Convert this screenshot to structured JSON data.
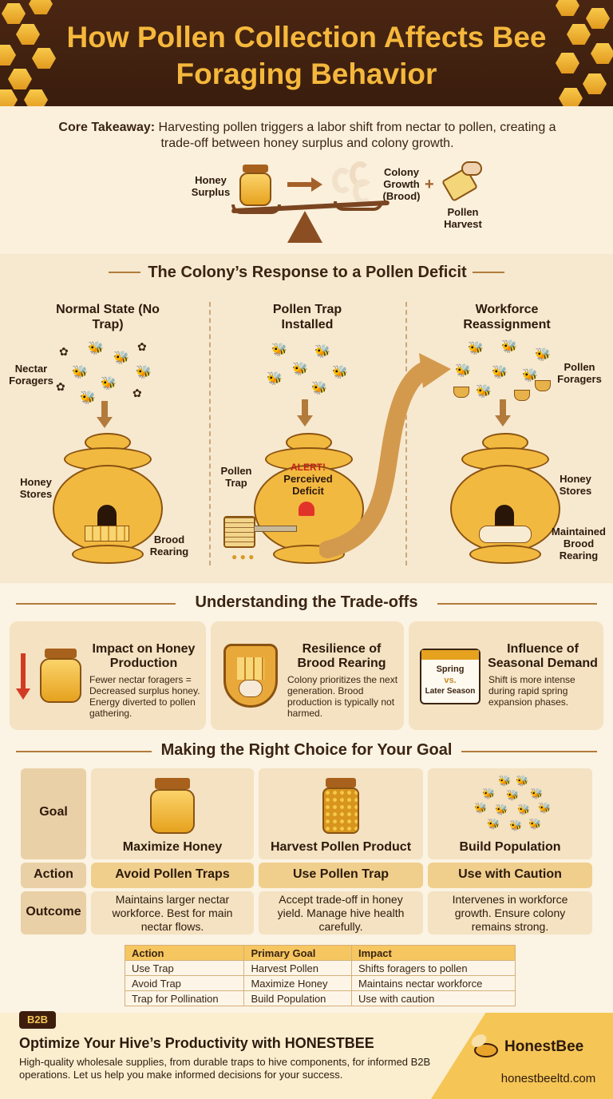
{
  "title": "How Pollen Collection Affects Bee Foraging Behavior",
  "takeaway": {
    "label": "Core Takeaway:",
    "text": " Harvesting pollen triggers a labor shift from nectar to pollen, creating a trade-off between honey surplus and colony growth.",
    "honey_surplus": "Honey Surplus",
    "colony_growth": "Colony Growth (Brood)",
    "pollen_harvest": "Pollen Harvest",
    "plus": "+"
  },
  "response": {
    "title": "The Colony’s Response to a Pollen Deficit",
    "columns": [
      {
        "title": "Normal State (No Trap)",
        "label_top": "Nectar Foragers",
        "label_left": "Honey Stores",
        "label_right": "Brood Rearing"
      },
      {
        "title": "Pollen Trap Installed",
        "label_left": "Pollen Trap",
        "alert": "ALERT!",
        "alert_text": "Perceived Deficit"
      },
      {
        "title": "Workforce Reassignment",
        "label_top": "Pollen Foragers",
        "label_right1": "Honey Stores",
        "label_right2": "Maintained Brood Rearing"
      }
    ]
  },
  "tradeoffs": {
    "title": "Understanding the Trade-offs",
    "cards": [
      {
        "title": "Impact on Honey Production",
        "text": "Fewer nectar foragers = Decreased surplus honey. Energy diverted to pollen gathering."
      },
      {
        "title": "Resilience of Brood Rearing",
        "text": "Colony prioritizes the next generation. Brood production is typically not harmed."
      },
      {
        "title": "Influence of Seasonal Demand",
        "text": "Shift is more intense during rapid spring expansion phases.",
        "cal_top": "Spring",
        "cal_mid": "vs.",
        "cal_bot": "Later Season"
      }
    ]
  },
  "choice": {
    "title": "Making the Right Choice for Your Goal",
    "row_labels": [
      "Goal",
      "Action",
      "Outcome"
    ],
    "columns": [
      {
        "goal": "Maximize Honey",
        "action": "Avoid Pollen Traps",
        "outcome": "Maintains larger nectar workforce. Best for main nectar flows."
      },
      {
        "goal": "Harvest Pollen Product",
        "action": "Use Pollen Trap",
        "outcome": "Accept trade-off in honey yield. Manage hive health carefully."
      },
      {
        "goal": "Build Population",
        "action": "Use with Caution",
        "outcome": "Intervenes in workforce growth. Ensure colony remains strong."
      }
    ]
  },
  "summary_table": {
    "headers": [
      "Action",
      "Primary Goal",
      "Impact"
    ],
    "rows": [
      [
        "Use Trap",
        "Harvest Pollen",
        "Shifts foragers to pollen"
      ],
      [
        "Avoid Trap",
        "Maximize Honey",
        "Maintains nectar workforce"
      ],
      [
        "Trap for Pollination",
        "Build Population",
        "Use with caution"
      ]
    ]
  },
  "footer": {
    "badge": "B2B",
    "headline": "Optimize Your Hive’s Productivity with HONESTBEE",
    "text": "High-quality wholesale supplies, from durable traps to hive components, for informed B2B operations. Let us help you make informed decisions for your success.",
    "brand": "HonestBee",
    "url": "honestbeeltd.com"
  },
  "colors": {
    "brown": "#4a2612",
    "honey": "#f5b83c",
    "cream": "#fbf3e3"
  }
}
